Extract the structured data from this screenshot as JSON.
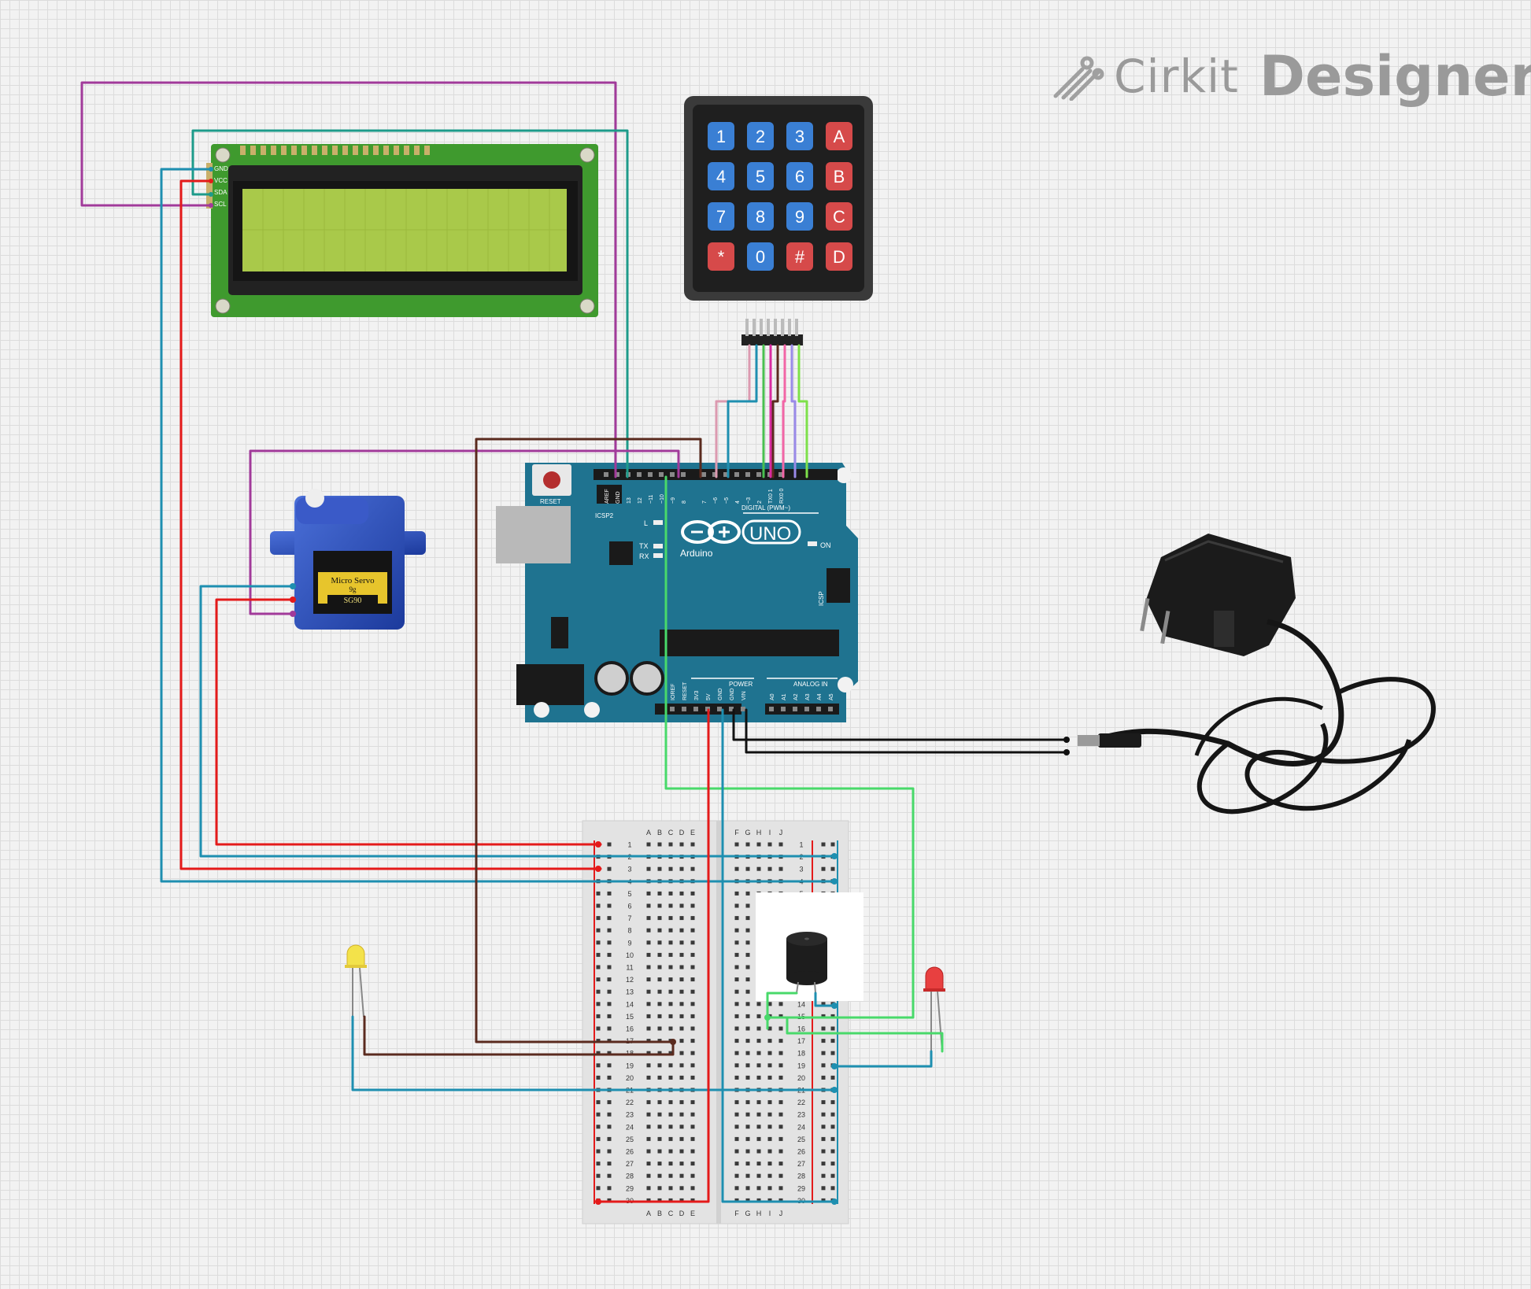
{
  "brand": {
    "name_light": "Cirkit",
    "name_bold": "Designer"
  },
  "lcd": {
    "pins": [
      "GND",
      "VCC",
      "SDA",
      "SCL"
    ]
  },
  "keypad": {
    "keys": [
      "1",
      "2",
      "3",
      "A",
      "4",
      "5",
      "6",
      "B",
      "7",
      "8",
      "9",
      "C",
      "*",
      "0",
      "#",
      "D"
    ]
  },
  "arduino": {
    "reset_label": "RESET",
    "icsp2_label": "ICSP2",
    "icsp_label": "ICSP",
    "led_l": "L",
    "led_tx": "TX",
    "led_rx": "RX",
    "logo_text": "UNO",
    "brand_text": "Arduino",
    "on_label": "ON",
    "digital_label": "DIGITAL (PWM~)",
    "power_label": "POWER",
    "analog_label": "ANALOG IN",
    "top_pins": [
      "AREF",
      "GND",
      "13",
      "12",
      "~11",
      "~10",
      "~9",
      "8",
      "7",
      "~6",
      "~5",
      "4",
      "~3",
      "2",
      "TX0 1",
      "RX0 0"
    ],
    "power_pins": [
      "IOREF",
      "RESET",
      "3V3",
      "5V",
      "GND",
      "GND",
      "VIN"
    ],
    "analog_pins": [
      "A0",
      "A1",
      "A2",
      "A3",
      "A4",
      "A5"
    ]
  },
  "servo": {
    "label1": "Micro Servo",
    "label2": "9g",
    "label3": "SG90"
  },
  "breadboard": {
    "cols_left": [
      "A",
      "B",
      "C",
      "D",
      "E"
    ],
    "cols_right": [
      "F",
      "G",
      "H",
      "I",
      "J"
    ],
    "rows": [
      "1",
      "2",
      "3",
      "4",
      "5",
      "6",
      "7",
      "8",
      "9",
      "10",
      "11",
      "12",
      "13",
      "14",
      "15",
      "16",
      "17",
      "18",
      "19",
      "20",
      "21",
      "22",
      "23",
      "24",
      "25",
      "26",
      "27",
      "28",
      "29",
      "30"
    ]
  },
  "colors": {
    "magenta": "#a13a9a",
    "teal": "#1d9b8a",
    "red": "#e41a1a",
    "blue": "#1e8fb0",
    "brown": "#5a2a1e",
    "green": "#48d96a",
    "black": "#111111",
    "board": "#1f7390",
    "lcd_pcb": "#3f9a2e",
    "lcd_screen": "#a9c94a"
  }
}
